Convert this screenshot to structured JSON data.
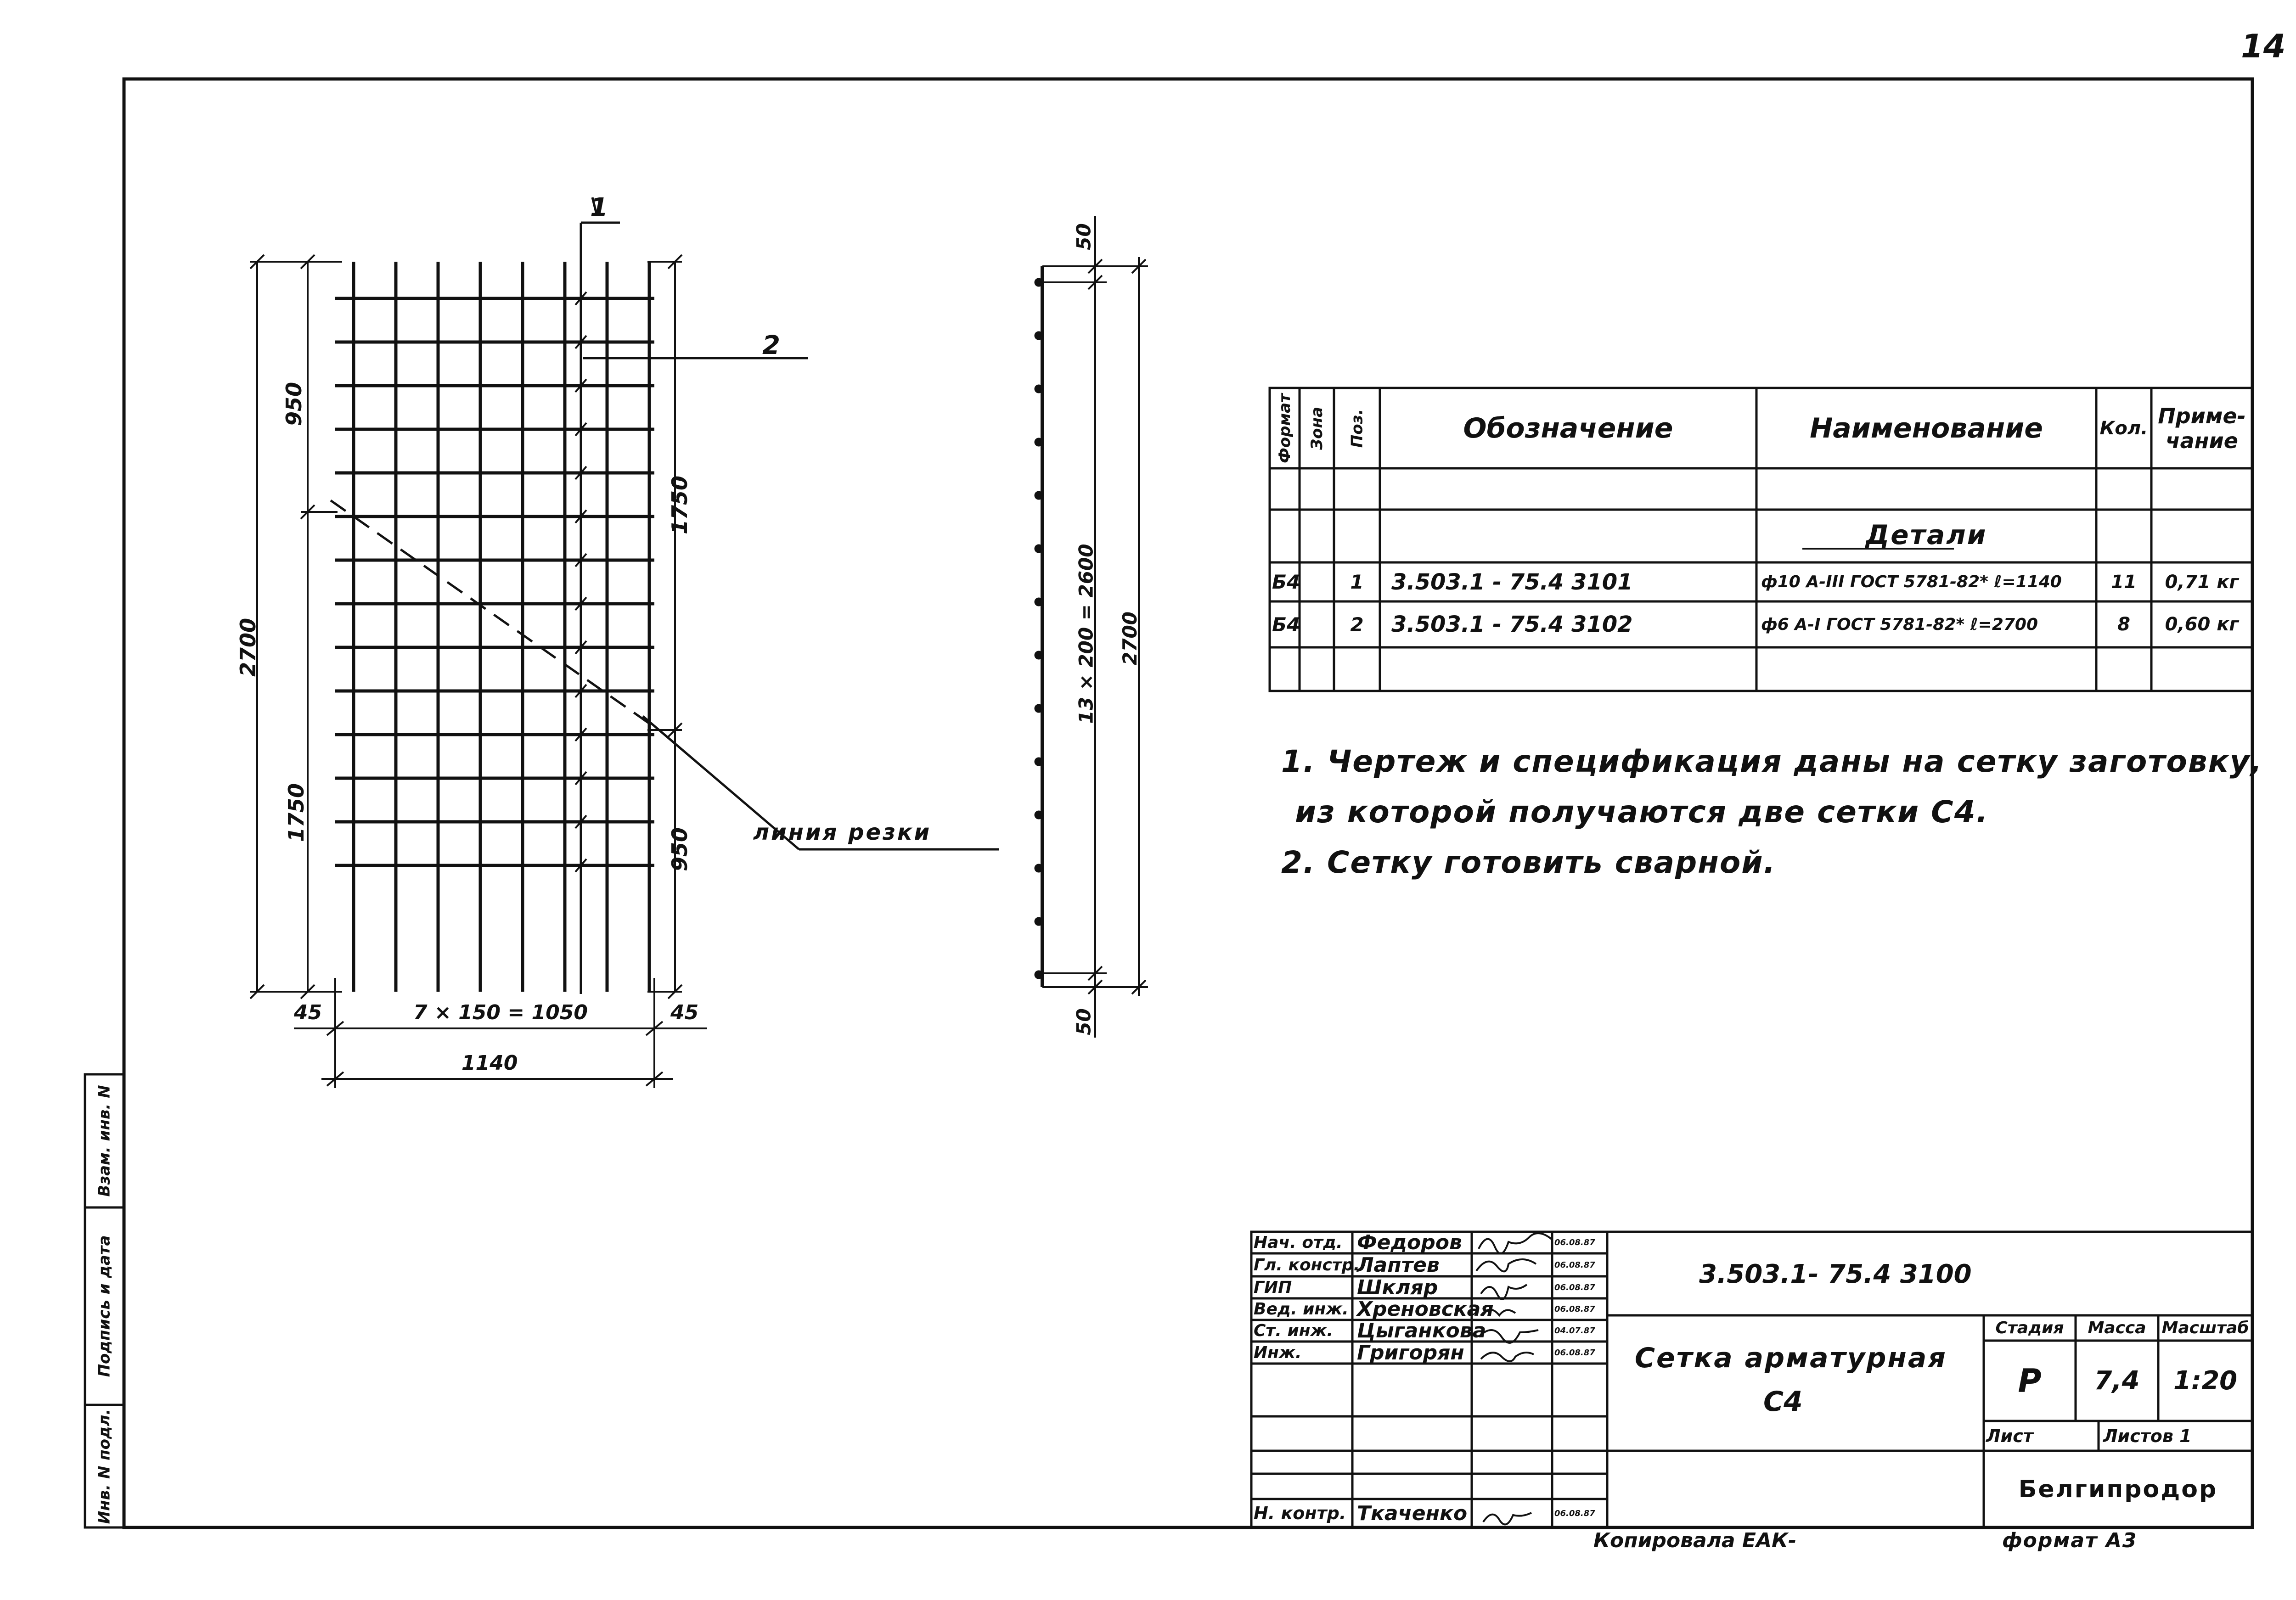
{
  "sheet": {
    "page_number": "14",
    "copied_by": "Копировала ЕАК-",
    "format": "формат А3"
  },
  "left_stamp": [
    "Инв. N подл.",
    "Подпись и дата",
    "Взам. инв. N"
  ],
  "drawing": {
    "plan": {
      "callout_1": "1",
      "callout_2": "2",
      "dim_top_left": "950",
      "dim_total_height": "2700",
      "dim_bottom_left": "1750",
      "dim_top_right": "1750",
      "dim_bottom_right": "950",
      "cut_line_label": "линия резки",
      "dim_left_offset": "45",
      "dim_pitch": "7 × 150 = 1050",
      "dim_right_offset": "45",
      "dim_total_width": "1140"
    },
    "side": {
      "dim_top_offset": "50",
      "dim_pitch": "13 × 200 = 2600",
      "dim_total": "2700",
      "dim_bottom_offset": "50"
    }
  },
  "spec_table": {
    "headers": {
      "format": "Формат",
      "zone": "Зона",
      "pos": "Поз.",
      "designation": "Обозначение",
      "name": "Наименование",
      "qty": "Кол.",
      "note": "Приме-чание"
    },
    "section": "Детали",
    "rows": [
      {
        "format": "Б4",
        "pos": "1",
        "designation": "3.503.1 - 75.4 3101",
        "name": "ф10 А-III ГОСТ 5781-82* ℓ=1140",
        "qty": "11",
        "note": "0,71 кг"
      },
      {
        "format": "Б4",
        "pos": "2",
        "designation": "3.503.1 - 75.4 3102",
        "name": "ф6 А-I ГОСТ 5781-82* ℓ=2700",
        "qty": "8",
        "note": "0,60 кг"
      }
    ]
  },
  "notes": [
    "1. Чертеж и спецификация даны на сетку заготовку,",
    "из которой получаются две сетки С4.",
    "2. Сетку готовить сварной."
  ],
  "title_block": {
    "roles": [
      {
        "role": "Нач. отд.",
        "name": "Федоров",
        "date": "06.08.87"
      },
      {
        "role": "Гл. констр.",
        "name": "Лаптев",
        "date": "06.08.87"
      },
      {
        "role": "ГИП",
        "name": "Шкляр",
        "date": "06.08.87"
      },
      {
        "role": "Вед. инж.",
        "name": "Хреновская",
        "date": "06.08.87"
      },
      {
        "role": "Ст. инж.",
        "name": "Цыганкова",
        "date": "04.07.87"
      },
      {
        "role": "Инж.",
        "name": "Григорян",
        "date": "06.08.87"
      }
    ],
    "normcontrol": {
      "role": "Н. контр.",
      "name": "Ткаченко",
      "date": "06.08.87"
    },
    "doc_code": "3.503.1-   75.4  3100",
    "title": [
      "Сетка   арматурная",
      "С4"
    ],
    "stage_label": "Стадия",
    "mass_label": "Масса",
    "scale_label": "Масштаб",
    "stage": "Р",
    "mass": "7,4",
    "scale": "1:20",
    "sheet_label": "Лист",
    "sheets_label": "Листов 1",
    "organization": "Белгипродор"
  }
}
